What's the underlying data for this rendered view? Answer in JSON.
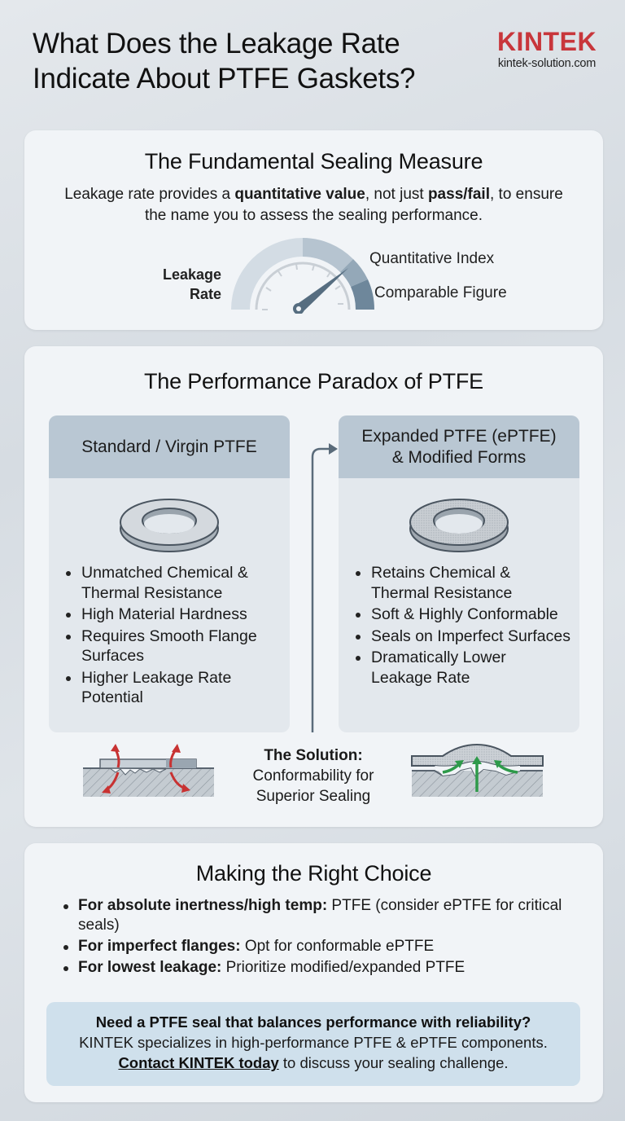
{
  "header": {
    "title_line1": "What Does the Leakage Rate",
    "title_line2": "Indicate About PTFE Gaskets?",
    "logo_text": "KINTEK",
    "logo_url": "kintek-solution.com",
    "brand_color": "#c8363b"
  },
  "measure": {
    "title": "The Fundamental Sealing Measure",
    "desc_prefix": "Leakage rate provides a ",
    "desc_bold1": "quantitative value",
    "desc_mid": ", not just ",
    "desc_bold2": "pass/fail",
    "desc_suffix": ", to ensure the name you to assess the sealing performance.",
    "gauge": {
      "icon": "gauge-icon",
      "left_label_line1": "Leakage",
      "left_label_line2": "Rate",
      "right_label_1": "Quantitative Index",
      "right_label_2": "Comparable Figure"
    }
  },
  "paradox": {
    "title": "The Performance Paradox of PTFE",
    "left": {
      "heading": "Standard / Virgin PTFE",
      "icon": "solid-gasket-ring-icon",
      "bullets": [
        "Unmatched Chemical & Thermal Resistance",
        "High Material Hardness",
        "Requires Smooth Flange Surfaces",
        "Higher Leakage Rate Potential"
      ]
    },
    "right": {
      "heading_line1": "Expanded PTFE (ePTFE)",
      "heading_line2": "& Modified Forms",
      "icon": "porous-gasket-ring-icon",
      "bullets": [
        "Retains Chemical & Thermal Resistance",
        "Soft & Highly Conformable",
        "Seals on Imperfect Surfaces",
        "Dramatically Lower Leakage Rate"
      ]
    },
    "solution": {
      "label": "The Solution:",
      "text": "Conformability for Superior Sealing",
      "left_diagram": "leaking-flange-diagram",
      "right_diagram": "conforming-seal-diagram",
      "leak_color": "#c83232",
      "seal_color": "#2e9a4a"
    }
  },
  "choice": {
    "title": "Making the Right Choice",
    "items": [
      {
        "bold": "For absolute inertness/high temp:",
        "text": " PTFE (consider ePTFE for critical seals)"
      },
      {
        "bold": "For imperfect flanges:",
        "text": " Opt for conformable ePTFE"
      },
      {
        "bold": "For lowest leakage:",
        "text": " Prioritize modified/expanded PTFE"
      }
    ],
    "cta": {
      "headline": "Need a PTFE seal that balances performance with reliability?",
      "body": "KINTEK specializes in high-performance PTFE & ePTFE components.",
      "link": "Contact KINTEK today",
      "link_suffix": " to discuss your sealing challenge."
    }
  }
}
